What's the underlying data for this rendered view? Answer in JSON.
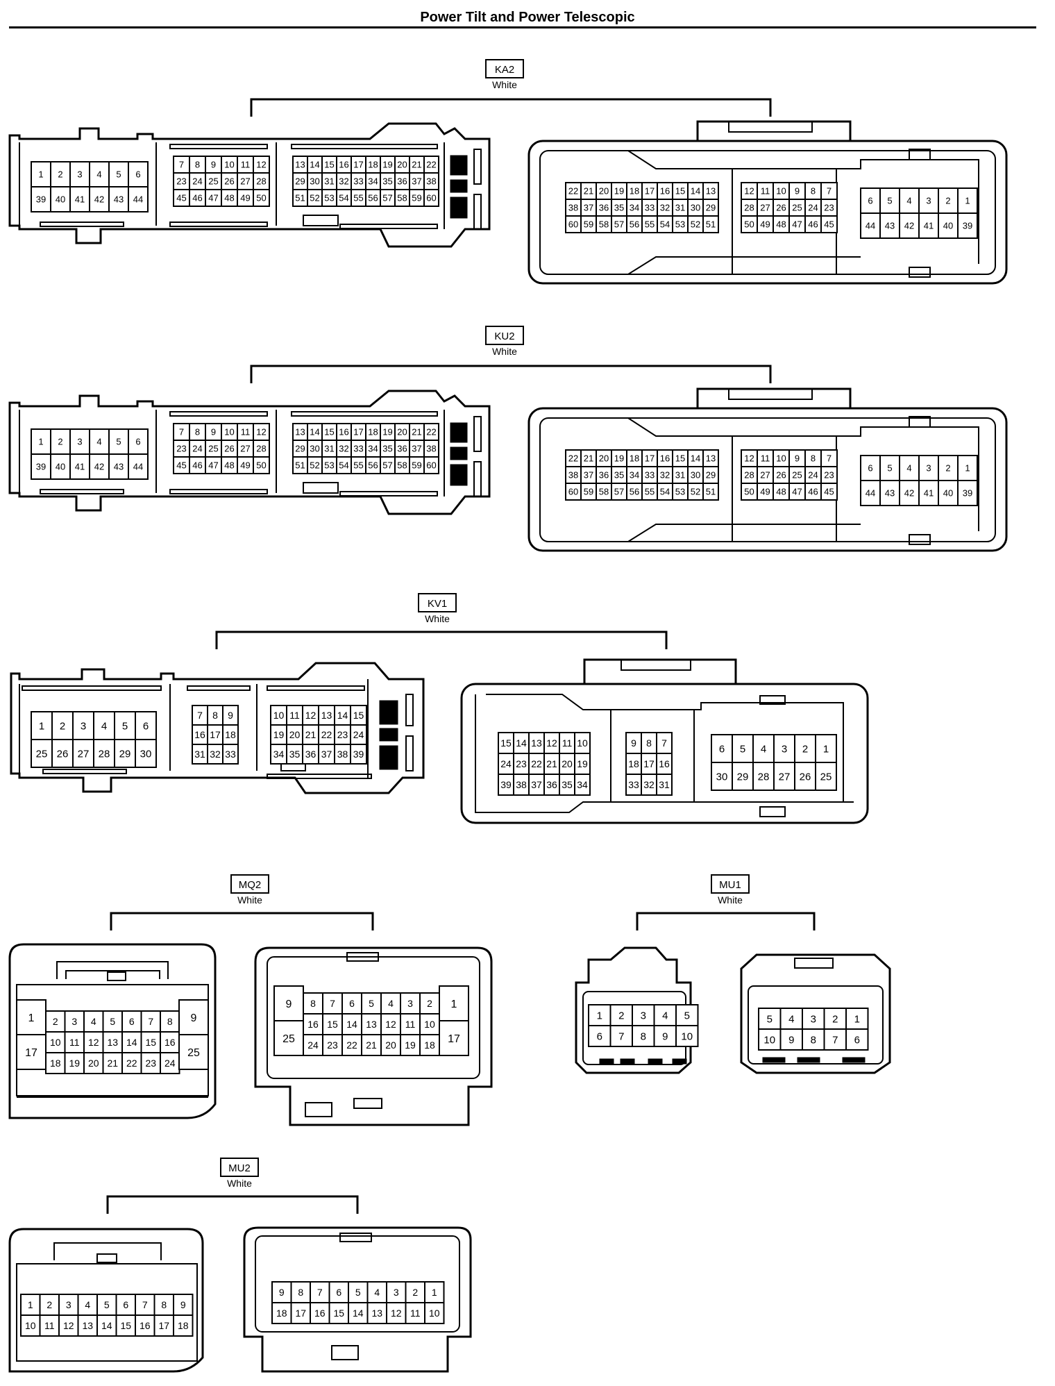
{
  "title": "Power Tilt and Power Telescopic",
  "connectors": [
    {
      "id": "KA2",
      "color": "White",
      "views": [
        {
          "groups": [
            [
              [
                "1",
                "2",
                "3",
                "4",
                "5",
                "6"
              ],
              [
                "39",
                "40",
                "41",
                "42",
                "43",
                "44"
              ]
            ],
            [
              [
                "7",
                "8",
                "9",
                "10",
                "11",
                "12"
              ],
              [
                "23",
                "24",
                "25",
                "26",
                "27",
                "28"
              ],
              [
                "45",
                "46",
                "47",
                "48",
                "49",
                "50"
              ]
            ],
            [
              [
                "13",
                "14",
                "15",
                "16",
                "17",
                "18",
                "19",
                "20",
                "21",
                "22"
              ],
              [
                "29",
                "30",
                "31",
                "32",
                "33",
                "34",
                "35",
                "36",
                "37",
                "38"
              ],
              [
                "51",
                "52",
                "53",
                "54",
                "55",
                "56",
                "57",
                "58",
                "59",
                "60"
              ]
            ]
          ]
        },
        {
          "groups": [
            [
              [
                "22",
                "21",
                "20",
                "19",
                "18",
                "17",
                "16",
                "15",
                "14",
                "13"
              ],
              [
                "38",
                "37",
                "36",
                "35",
                "34",
                "33",
                "32",
                "31",
                "30",
                "29"
              ],
              [
                "60",
                "59",
                "58",
                "57",
                "56",
                "55",
                "54",
                "53",
                "52",
                "51"
              ]
            ],
            [
              [
                "12",
                "11",
                "10",
                "9",
                "8",
                "7"
              ],
              [
                "28",
                "27",
                "26",
                "25",
                "24",
                "23"
              ],
              [
                "50",
                "49",
                "48",
                "47",
                "46",
                "45"
              ]
            ],
            [
              [
                "6",
                "5",
                "4",
                "3",
                "2",
                "1"
              ],
              [
                "44",
                "43",
                "42",
                "41",
                "40",
                "39"
              ]
            ]
          ]
        }
      ]
    },
    {
      "id": "KU2",
      "color": "White",
      "views": [
        {
          "groups": [
            [
              [
                "1",
                "2",
                "3",
                "4",
                "5",
                "6"
              ],
              [
                "39",
                "40",
                "41",
                "42",
                "43",
                "44"
              ]
            ],
            [
              [
                "7",
                "8",
                "9",
                "10",
                "11",
                "12"
              ],
              [
                "23",
                "24",
                "25",
                "26",
                "27",
                "28"
              ],
              [
                "45",
                "46",
                "47",
                "48",
                "49",
                "50"
              ]
            ],
            [
              [
                "13",
                "14",
                "15",
                "16",
                "17",
                "18",
                "19",
                "20",
                "21",
                "22"
              ],
              [
                "29",
                "30",
                "31",
                "32",
                "33",
                "34",
                "35",
                "36",
                "37",
                "38"
              ],
              [
                "51",
                "52",
                "53",
                "54",
                "55",
                "56",
                "57",
                "58",
                "59",
                "60"
              ]
            ]
          ]
        },
        {
          "groups": [
            [
              [
                "22",
                "21",
                "20",
                "19",
                "18",
                "17",
                "16",
                "15",
                "14",
                "13"
              ],
              [
                "38",
                "37",
                "36",
                "35",
                "34",
                "33",
                "32",
                "31",
                "30",
                "29"
              ],
              [
                "60",
                "59",
                "58",
                "57",
                "56",
                "55",
                "54",
                "53",
                "52",
                "51"
              ]
            ],
            [
              [
                "12",
                "11",
                "10",
                "9",
                "8",
                "7"
              ],
              [
                "28",
                "27",
                "26",
                "25",
                "24",
                "23"
              ],
              [
                "50",
                "49",
                "48",
                "47",
                "46",
                "45"
              ]
            ],
            [
              [
                "6",
                "5",
                "4",
                "3",
                "2",
                "1"
              ],
              [
                "44",
                "43",
                "42",
                "41",
                "40",
                "39"
              ]
            ]
          ]
        }
      ]
    },
    {
      "id": "KV1",
      "color": "White",
      "views": [
        {
          "groups": [
            [
              [
                "1",
                "2",
                "3",
                "4",
                "5",
                "6"
              ],
              [
                "25",
                "26",
                "27",
                "28",
                "29",
                "30"
              ]
            ],
            [
              [
                "7",
                "8",
                "9"
              ],
              [
                "16",
                "17",
                "18"
              ],
              [
                "31",
                "32",
                "33"
              ]
            ],
            [
              [
                "10",
                "11",
                "12",
                "13",
                "14",
                "15"
              ],
              [
                "19",
                "20",
                "21",
                "22",
                "23",
                "24"
              ],
              [
                "34",
                "35",
                "36",
                "37",
                "38",
                "39"
              ]
            ]
          ]
        },
        {
          "groups": [
            [
              [
                "15",
                "14",
                "13",
                "12",
                "11",
                "10"
              ],
              [
                "24",
                "23",
                "22",
                "21",
                "20",
                "19"
              ],
              [
                "39",
                "38",
                "37",
                "36",
                "35",
                "34"
              ]
            ],
            [
              [
                "9",
                "8",
                "7"
              ],
              [
                "18",
                "17",
                "16"
              ],
              [
                "33",
                "32",
                "31"
              ]
            ],
            [
              [
                "6",
                "5",
                "4",
                "3",
                "2",
                "1"
              ],
              [
                "30",
                "29",
                "28",
                "27",
                "26",
                "25"
              ]
            ]
          ]
        }
      ]
    },
    {
      "id": "MQ2",
      "color": "White",
      "views": [
        {
          "left": [
            "1",
            "17"
          ],
          "right": [
            "9",
            "25"
          ],
          "rows": [
            [
              "2",
              "3",
              "4",
              "5",
              "6",
              "7",
              "8"
            ],
            [
              "10",
              "11",
              "12",
              "13",
              "14",
              "15",
              "16"
            ],
            [
              "18",
              "19",
              "20",
              "21",
              "22",
              "23",
              "24"
            ]
          ]
        },
        {
          "left": [
            "9",
            "25"
          ],
          "right": [
            "1",
            "17"
          ],
          "rows": [
            [
              "8",
              "7",
              "6",
              "5",
              "4",
              "3",
              "2"
            ],
            [
              "16",
              "15",
              "14",
              "13",
              "12",
              "11",
              "10"
            ],
            [
              "24",
              "23",
              "22",
              "21",
              "20",
              "19",
              "18"
            ]
          ]
        }
      ]
    },
    {
      "id": "MU1",
      "color": "White",
      "views": [
        {
          "rows": [
            [
              "1",
              "2",
              "3",
              "4",
              "5"
            ],
            [
              "6",
              "7",
              "8",
              "9",
              "10"
            ]
          ]
        },
        {
          "rows": [
            [
              "5",
              "4",
              "3",
              "2",
              "1"
            ],
            [
              "10",
              "9",
              "8",
              "7",
              "6"
            ]
          ]
        }
      ]
    },
    {
      "id": "MU2",
      "color": "White",
      "views": [
        {
          "rows": [
            [
              "1",
              "2",
              "3",
              "4",
              "5",
              "6",
              "7",
              "8",
              "9"
            ],
            [
              "10",
              "11",
              "12",
              "13",
              "14",
              "15",
              "16",
              "17",
              "18"
            ]
          ]
        },
        {
          "rows": [
            [
              "9",
              "8",
              "7",
              "6",
              "5",
              "4",
              "3",
              "2",
              "1"
            ],
            [
              "18",
              "17",
              "16",
              "15",
              "14",
              "13",
              "12",
              "11",
              "10"
            ]
          ]
        }
      ]
    }
  ]
}
